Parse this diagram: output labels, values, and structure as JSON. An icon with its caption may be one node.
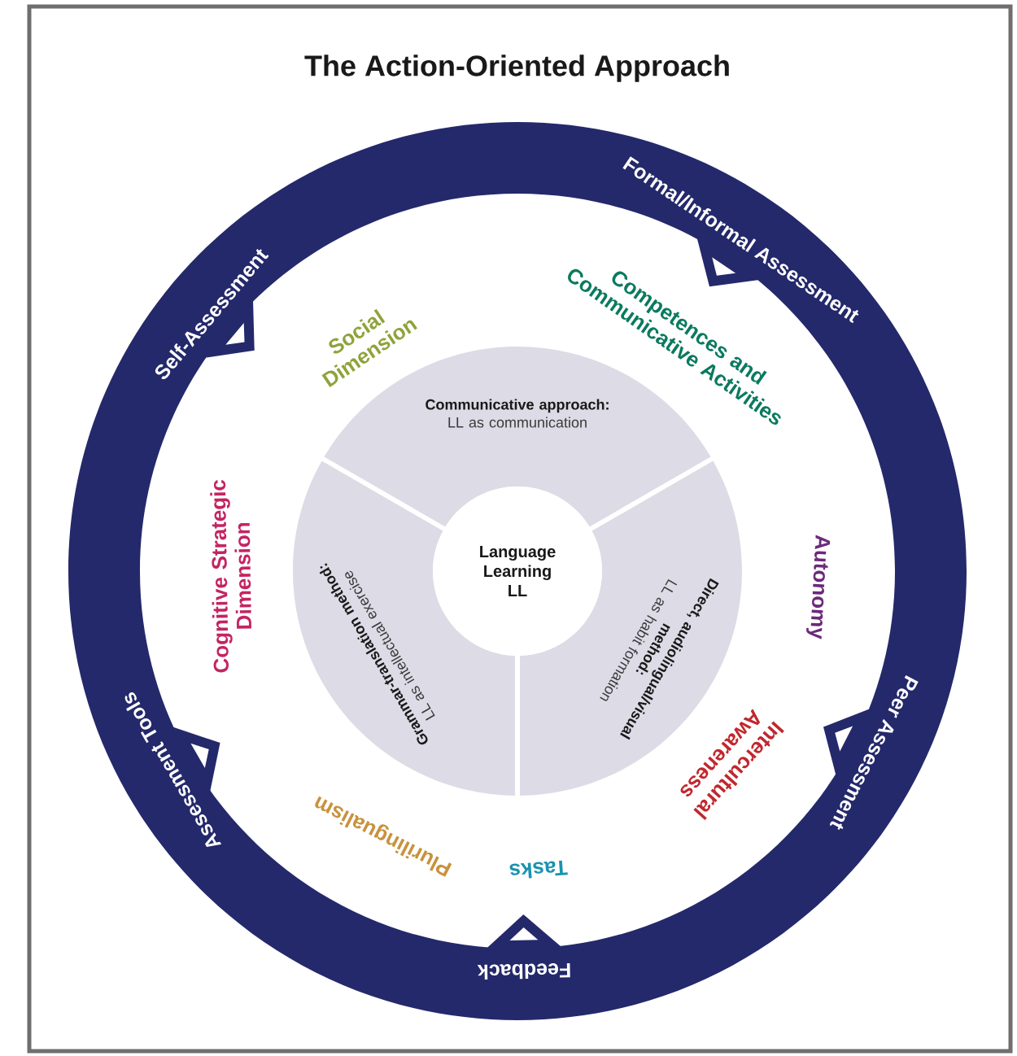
{
  "diagram": {
    "title": "The Action-Oriented Approach",
    "nodes": [
      {
        "text": [
          "Self-Assessment",
          "Formal/Informal Assessment",
          "Peer Assessment",
          "Feedback",
          "Assessment Tools"
        ]
      },
      {
        "text": [
          "Communicative approach:",
          "LL as communication"
        ],
        "in": 0
      },
      {
        "text": [
          "Grammar-translation method:",
          "LL as intellectual exercise"
        ],
        "in": 0
      },
      {
        "text": [
          "Direct, audiolingual/visual method:",
          "LL as habit formation"
        ],
        "in": 0
      },
      {
        "text": [
          "Language Learning LL"
        ],
        "in": 0
      }
    ],
    "labels": [
      "Social Dimension",
      "Competences and Communicative Activities",
      "Autonomy",
      "Intercultural Awareness",
      "Tasks",
      "Plurilingualism",
      "Cognitive Strategic Dimension"
    ]
  }
}
